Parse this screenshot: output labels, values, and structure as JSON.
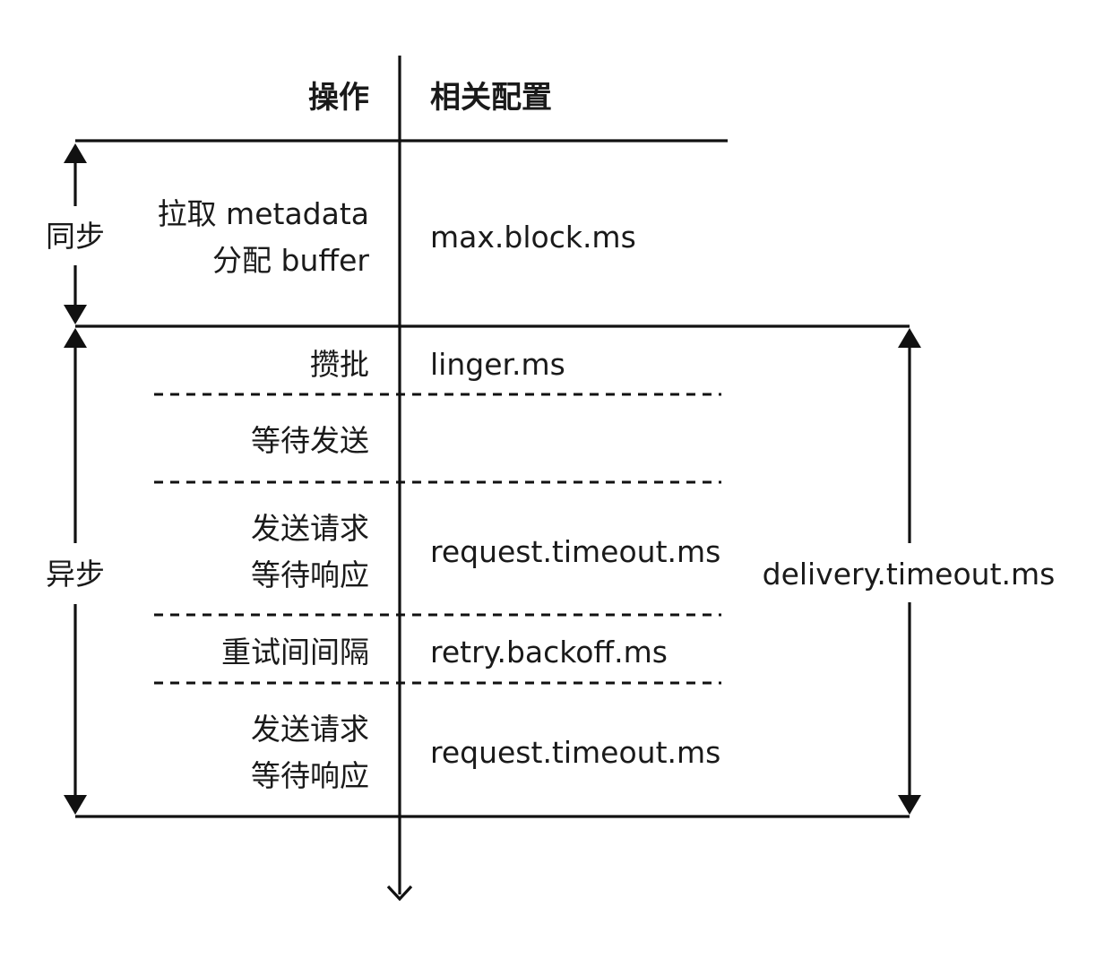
{
  "header": {
    "operation": "操作",
    "config": "相关配置"
  },
  "phases": {
    "sync": "同步",
    "async": "异步"
  },
  "rows": [
    {
      "op_lines": [
        "拉取 metadata",
        "分配 buffer"
      ],
      "config": "max.block.ms"
    },
    {
      "op_lines": [
        "攒批"
      ],
      "config": "linger.ms"
    },
    {
      "op_lines": [
        "等待发送"
      ],
      "config": ""
    },
    {
      "op_lines": [
        "发送请求",
        "等待响应"
      ],
      "config": "request.timeout.ms"
    },
    {
      "op_lines": [
        "重试间间隔"
      ],
      "config": "retry.backoff.ms"
    },
    {
      "op_lines": [
        "发送请求",
        "等待响应"
      ],
      "config": "request.timeout.ms"
    }
  ],
  "overall": {
    "label": "delivery.timeout.ms"
  }
}
